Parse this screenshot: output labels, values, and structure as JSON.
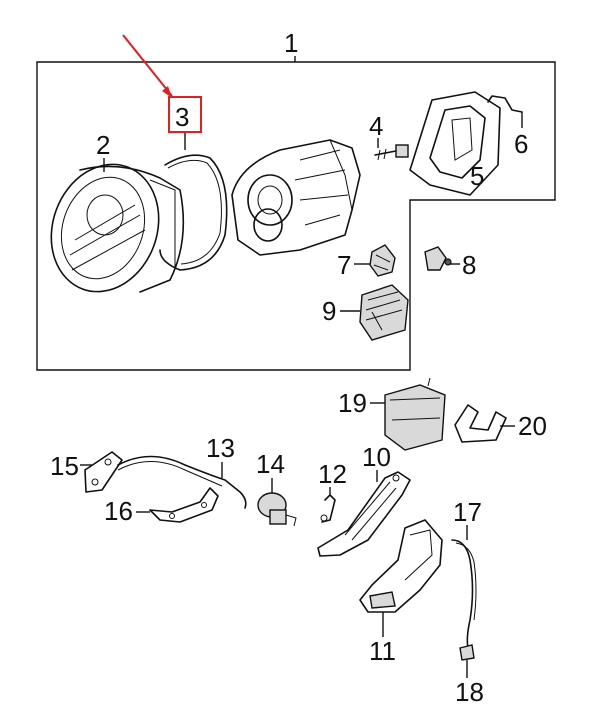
{
  "diagram": {
    "assembly_label": "1",
    "highlight_color": "#e02020",
    "highlighted_part": "3",
    "callouts": {
      "p2": "2",
      "p3": "3",
      "p4": "4",
      "p5": "5",
      "p6": "6",
      "p7": "7",
      "p8": "8",
      "p9": "9",
      "p10": "10",
      "p11": "11",
      "p12": "12",
      "p13": "13",
      "p14": "14",
      "p15": "15",
      "p16": "16",
      "p17": "17",
      "p18": "18",
      "p19": "19",
      "p20": "20"
    }
  }
}
